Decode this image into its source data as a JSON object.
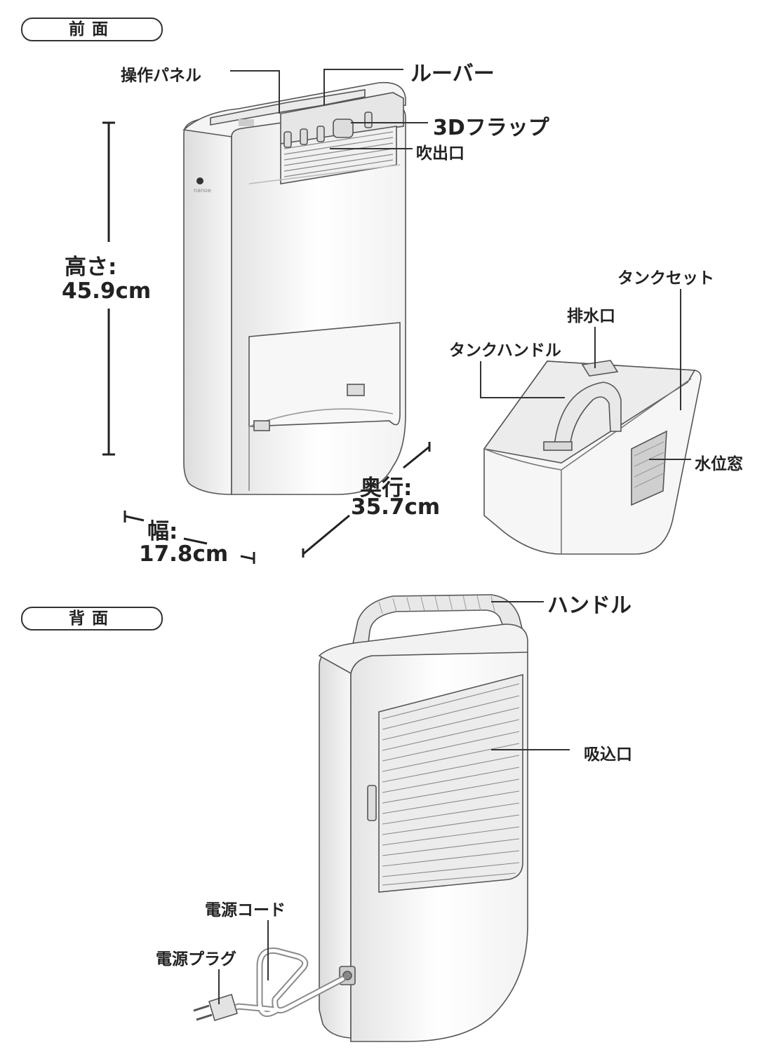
{
  "sections": {
    "front": "前面",
    "back": "背面"
  },
  "front_labels": {
    "control_panel": "操作パネル",
    "louver": "ルーバー",
    "flap_3d": "3Dフラップ",
    "outlet": "吹出口",
    "tank_set": "タンクセット",
    "drain": "排水口",
    "tank_handle": "タンクハンドル",
    "water_window": "水位窓",
    "logo": "nanoe"
  },
  "dimensions": {
    "height_label": "高さ:",
    "height_value": "45.9cm",
    "depth_label": "奥行:",
    "depth_value": "35.7cm",
    "width_label": "幅:",
    "width_value": "17.8cm"
  },
  "back_labels": {
    "handle": "ハンドル",
    "inlet": "吸込口",
    "power_cord": "電源コード",
    "power_plug": "電源プラグ"
  }
}
